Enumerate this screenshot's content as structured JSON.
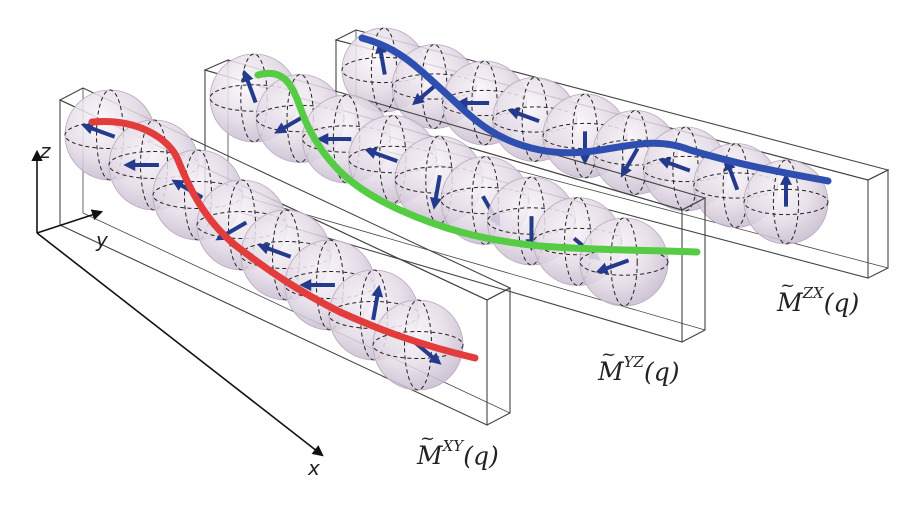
{
  "axes": {
    "z": "z",
    "y": "y",
    "x": "x"
  },
  "labels": {
    "xy": {
      "base": "M",
      "superscript": "XY",
      "arg": "(q)"
    },
    "yz": {
      "base": "M",
      "superscript": "YZ",
      "arg": "(q)"
    },
    "zx": {
      "base": "M",
      "superscript": "ZX",
      "arg": "(q)"
    }
  },
  "colors": {
    "xy_curve": "#e23c3c",
    "yz_curve": "#55cc44",
    "zx_curve": "#2f4fb0",
    "arrow": "#243a8c",
    "box": "#444444"
  }
}
